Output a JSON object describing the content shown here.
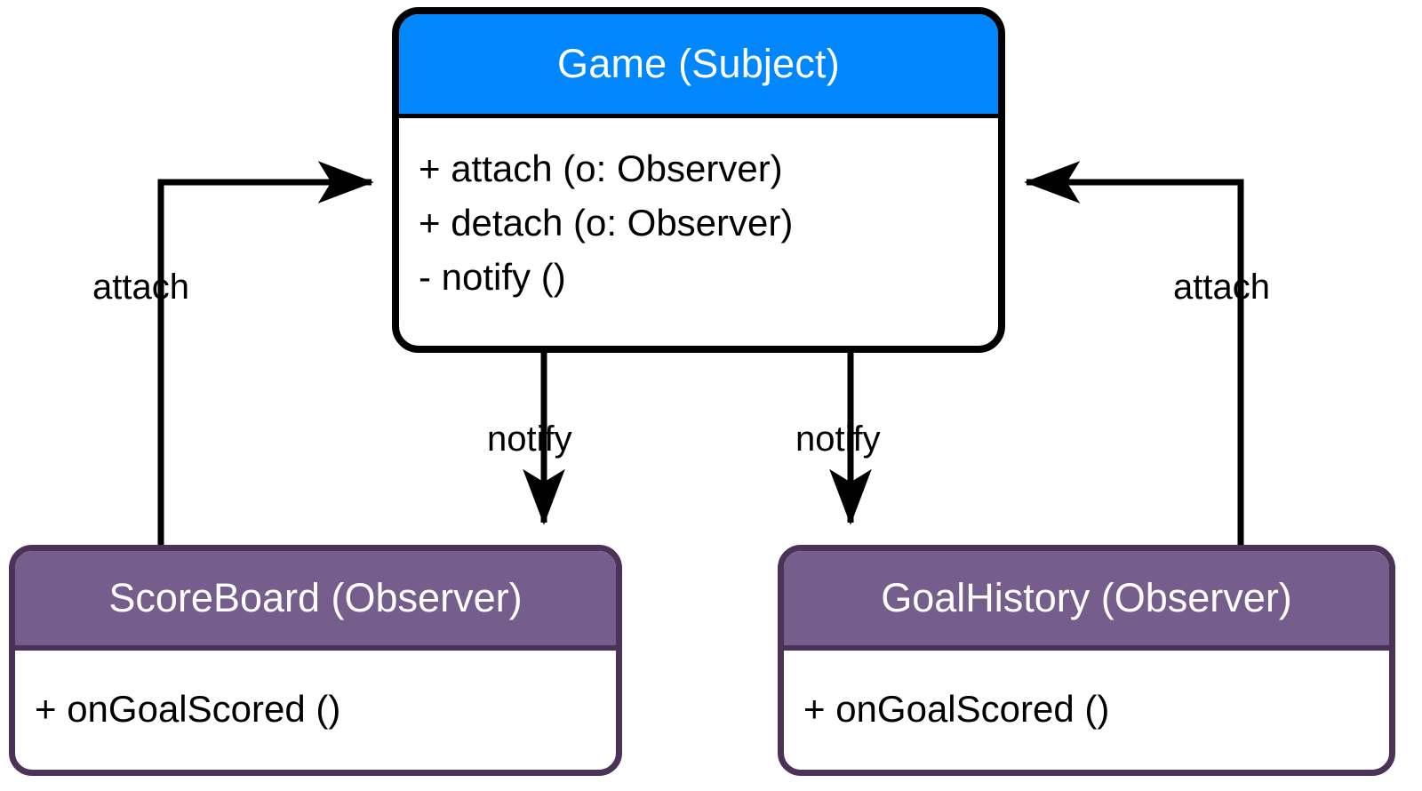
{
  "diagram": {
    "type": "uml-class-diagram",
    "pattern": "Observer",
    "classes": [
      {
        "id": "game",
        "name": "Game (Subject)",
        "role": "Subject",
        "header_color": "#0086ff",
        "header_text_color": "#ffffff",
        "border_color": "#000000",
        "body_color": "#ffffff",
        "members": [
          "+ attach (o: Observer)",
          "+ detach (o: Observer)",
          "- notify ()"
        ]
      },
      {
        "id": "scoreboard",
        "name": "ScoreBoard (Observer)",
        "role": "Observer",
        "header_color": "#765e8c",
        "header_text_color": "#ffffff",
        "border_color": "#4a3259",
        "body_color": "#ffffff",
        "members": [
          "+ onGoalScored ()"
        ]
      },
      {
        "id": "goalhistory",
        "name": "GoalHistory (Observer)",
        "role": "Observer",
        "header_color": "#765e8c",
        "header_text_color": "#ffffff",
        "border_color": "#4a3259",
        "body_color": "#ffffff",
        "members": [
          "+ onGoalScored ()"
        ]
      }
    ],
    "edges": [
      {
        "id": "attach-left",
        "label": "attach",
        "from": "scoreboard",
        "to": "game",
        "direction": "up-right",
        "arrow": "open-filled"
      },
      {
        "id": "attach-right",
        "label": "attach",
        "from": "goalhistory",
        "to": "game",
        "direction": "up-left",
        "arrow": "open-filled"
      },
      {
        "id": "notify-left",
        "label": "notify",
        "from": "game",
        "to": "scoreboard",
        "direction": "down",
        "arrow": "open-filled"
      },
      {
        "id": "notify-right",
        "label": "notify",
        "from": "game",
        "to": "goalhistory",
        "direction": "down",
        "arrow": "open-filled"
      }
    ],
    "edge_color": "#000000"
  }
}
